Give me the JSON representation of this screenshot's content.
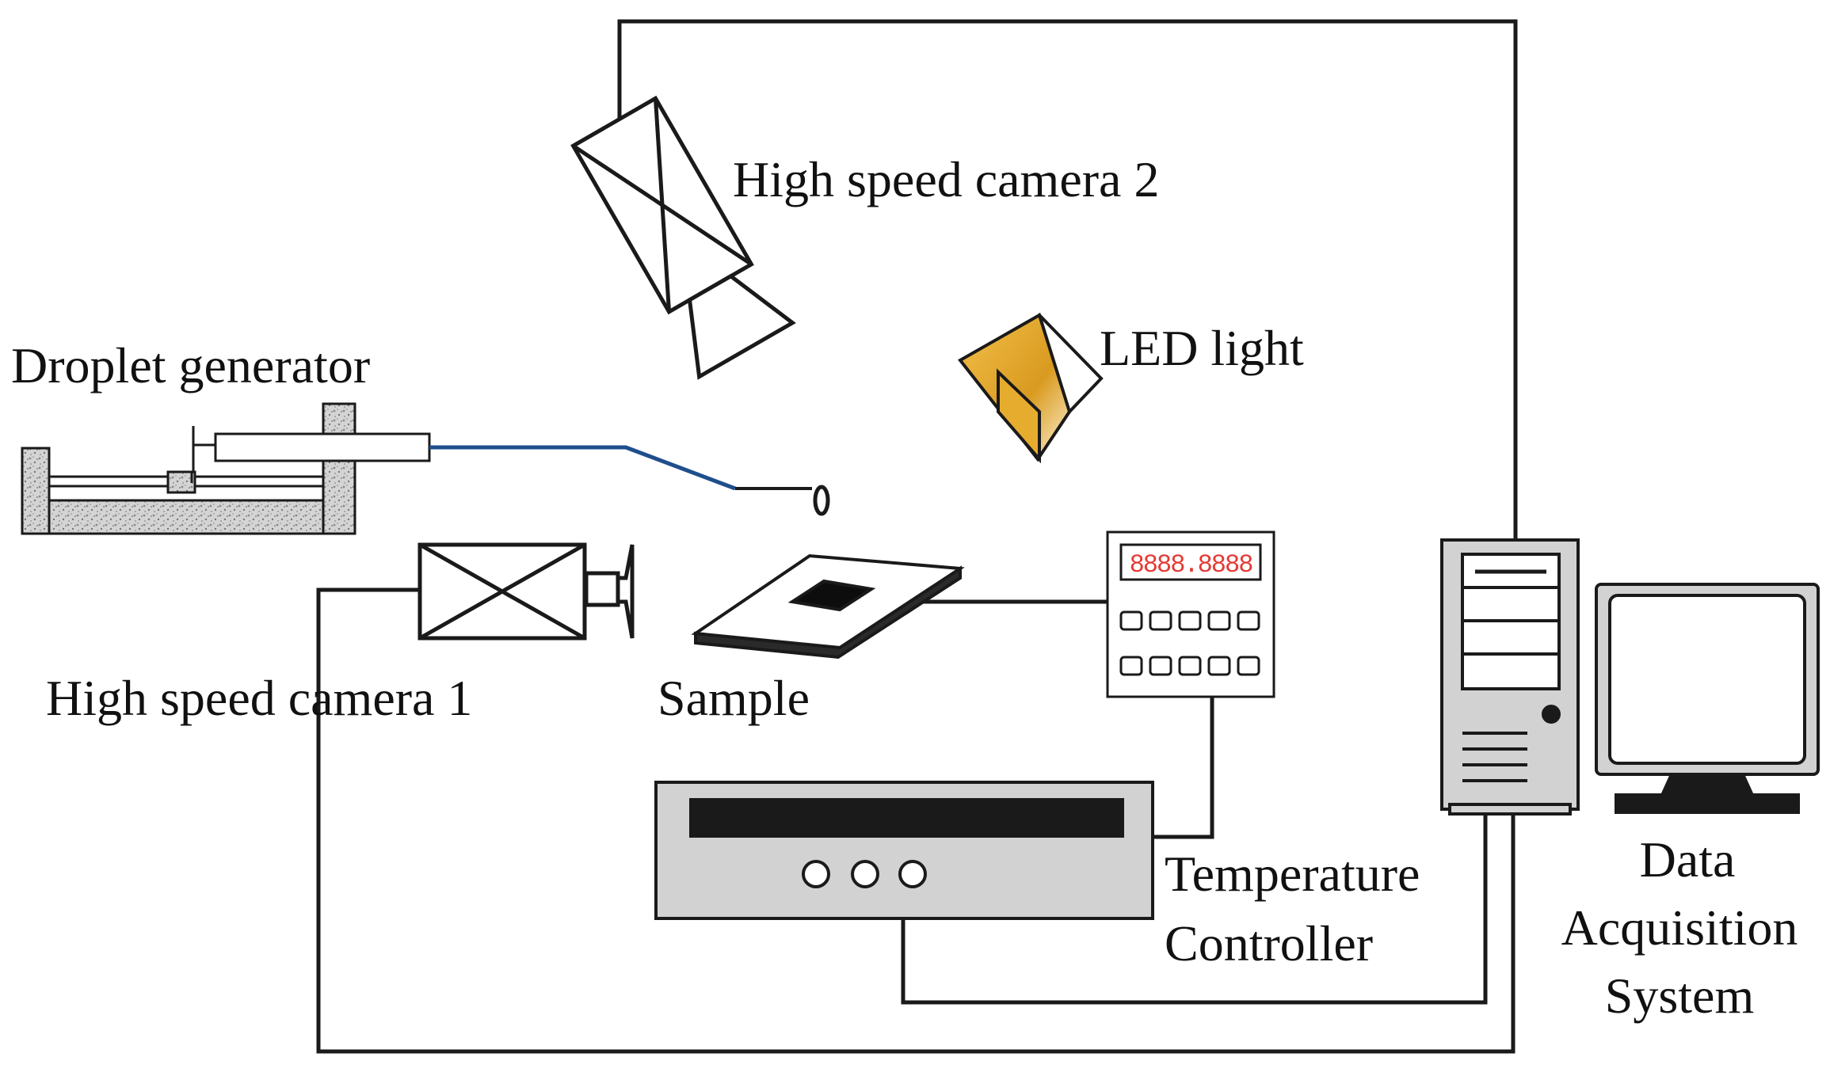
{
  "labels": {
    "camera2": "High speed camera 2",
    "led": "LED light",
    "droplet": "Droplet generator",
    "camera1": "High speed camera 1",
    "sample": "Sample",
    "temp_line1": "Temperature",
    "temp_line2": "Controller",
    "daq_line1": "Data",
    "daq_line2": "Acquisition",
    "daq_line3": "System"
  },
  "display_text": "8888.8888",
  "colors": {
    "stroke": "#1a1a1a",
    "tube": "#1f4e8c",
    "led_fill": "#e6ac2e",
    "display_red": "#e53935",
    "panel_gray": "#d2d2d2",
    "generator_speckle": "#c8c8c8"
  }
}
